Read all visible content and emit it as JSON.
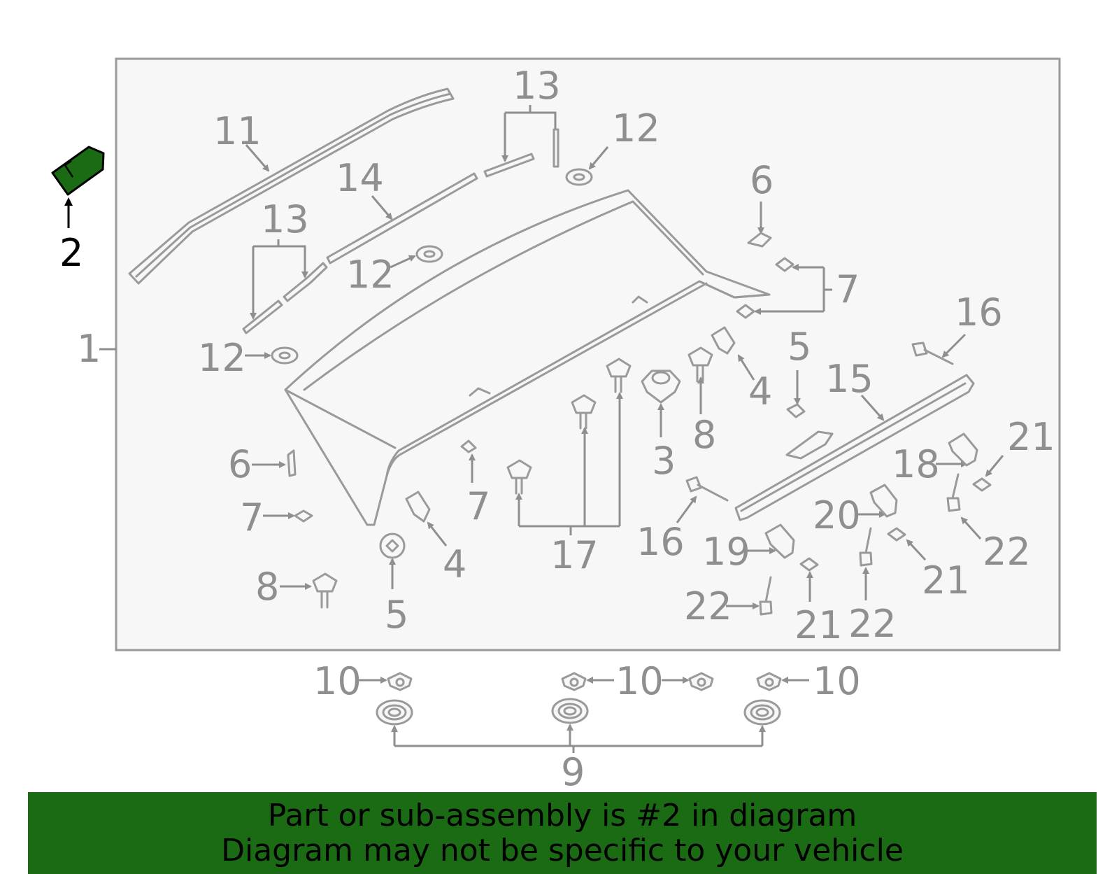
{
  "colors": {
    "highlight": "#1a6b14",
    "linework": "#9a9a9a",
    "panel_background": "#f7f7f7",
    "banner_background": "#1a6b14",
    "banner_text": "#000000"
  },
  "highlighted_part": "2",
  "callouts": {
    "c1": "1",
    "c2": "2",
    "c3": "3",
    "c4a": "4",
    "c4b": "4",
    "c5a": "5",
    "c5b": "5",
    "c6a": "6",
    "c6b": "6",
    "c7a": "7",
    "c7b": "7",
    "c7c": "7",
    "c8a": "8",
    "c8b": "8",
    "c9": "9",
    "c10a": "10",
    "c10b": "10",
    "c10c": "10",
    "c11": "11",
    "c12a": "12",
    "c12b": "12",
    "c12c": "12",
    "c13a": "13",
    "c13b": "13",
    "c14": "14",
    "c15": "15",
    "c16a": "16",
    "c16b": "16",
    "c17": "17",
    "c18": "18",
    "c19": "19",
    "c20": "20",
    "c21a": "21",
    "c21b": "21",
    "c21c": "21",
    "c22a": "22",
    "c22b": "22",
    "c22c": "22"
  },
  "banner": {
    "line1": "Part or sub-assembly is #2 in diagram",
    "line2": "Diagram may not be specific to your vehicle"
  }
}
